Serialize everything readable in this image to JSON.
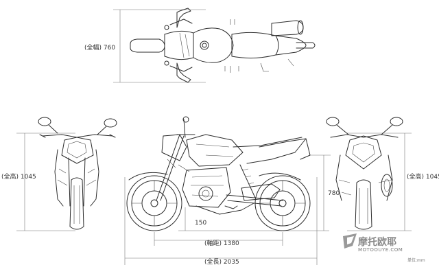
{
  "labels": {
    "width_label": "(全幅) 760",
    "height_label_left": "(全高) 1045",
    "height_label_right": "(全高) 1045",
    "seat_height": "780",
    "ground_clearance": "150",
    "wheelbase": "(軸距) 1380",
    "overall_length": "(全長) 2035"
  },
  "watermark": {
    "main": "摩托欧耶",
    "sub": "MOTOOUYE.COM",
    "corner": "单位:mm"
  },
  "colors": {
    "line": "#2b2b2b",
    "dimension": "#777777"
  }
}
